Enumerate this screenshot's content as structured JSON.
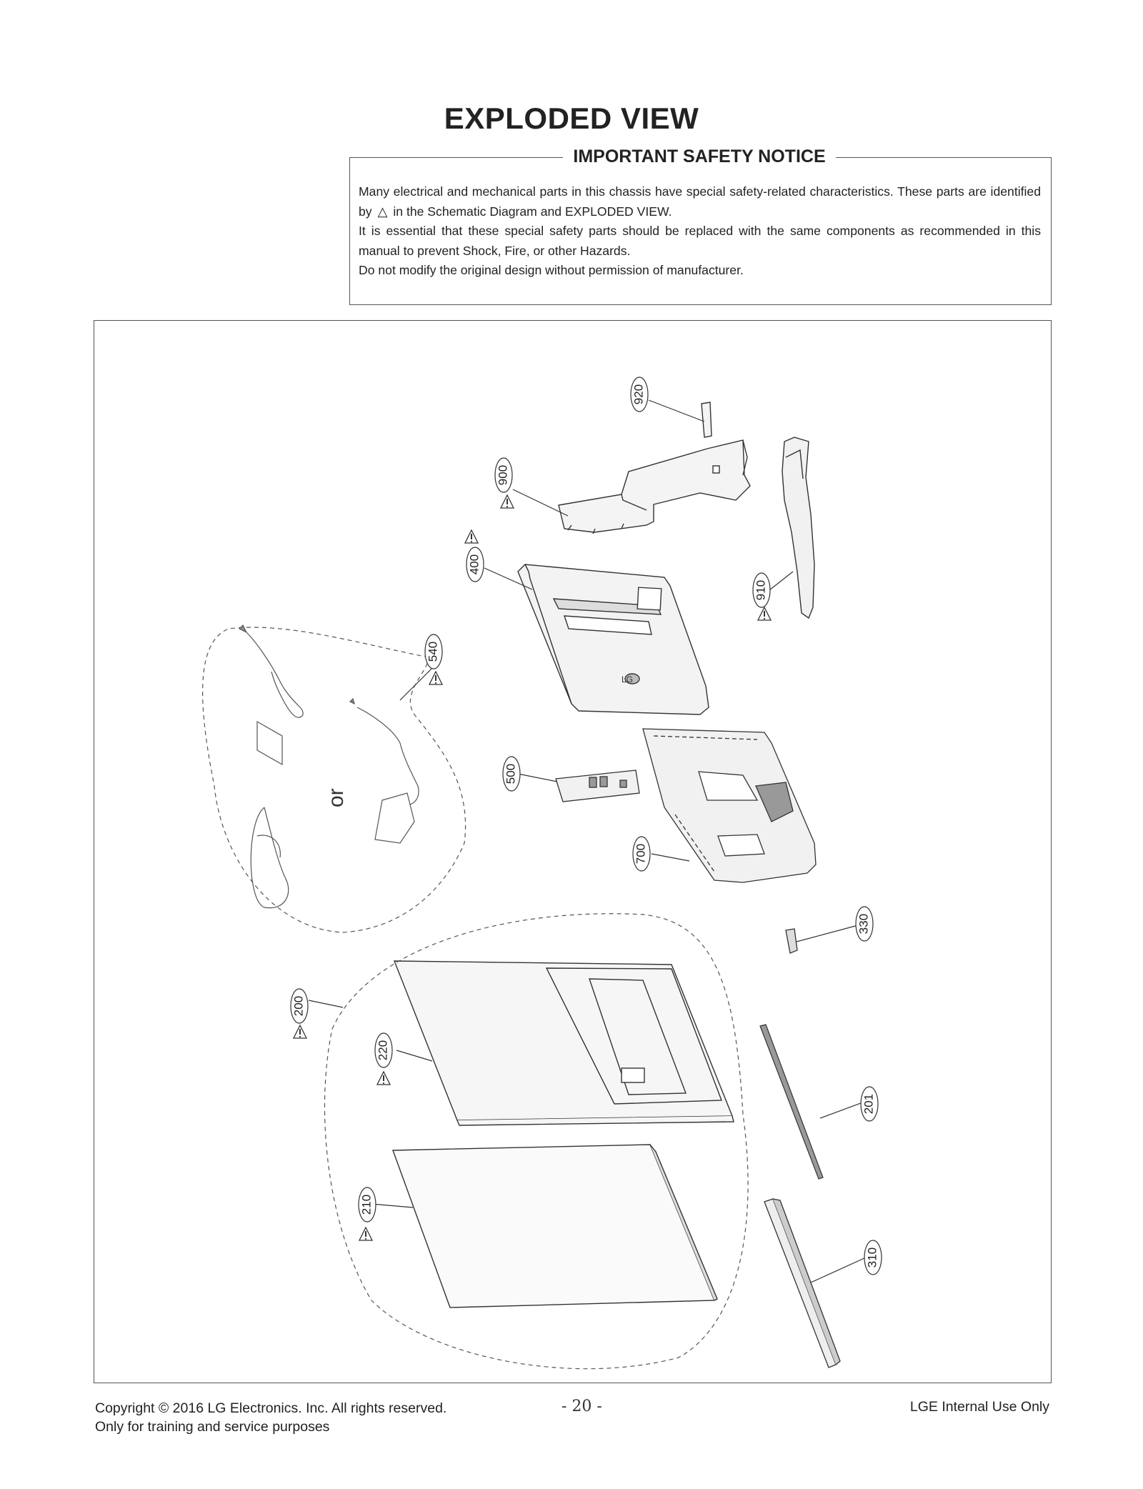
{
  "title": "EXPLODED VIEW",
  "notice": {
    "heading": "IMPORTANT SAFETY NOTICE",
    "line1_a": "Many electrical and mechanical parts in this chassis have special safety-related characteristics. These parts are identified by",
    "triangle_symbol": "△",
    "line1_b": "in the Schematic Diagram and EXPLODED VIEW.",
    "line2": "It is essential that these special safety parts should be replaced with the same components as recommended in this manual to prevent Shock, Fire, or other Hazards.",
    "line3": "Do not modify the original design without permission of manufacturer."
  },
  "diagram": {
    "or_label": "or",
    "parts": {
      "p920": "920",
      "p900": "900",
      "p400": "400",
      "p910": "910",
      "p540": "540",
      "p500": "500",
      "p700": "700",
      "p330": "330",
      "p200": "200",
      "p220": "220",
      "p201": "201",
      "p210": "210",
      "p310": "310"
    },
    "safety_marked_parts": [
      "900",
      "400",
      "910",
      "540",
      "200",
      "220",
      "210"
    ]
  },
  "footer": {
    "copyright": "Copyright  © 2016  LG Electronics. Inc. All rights reserved.",
    "note": "Only for training and service purposes",
    "page_number": "- 20 -",
    "internal": "LGE Internal Use Only"
  }
}
